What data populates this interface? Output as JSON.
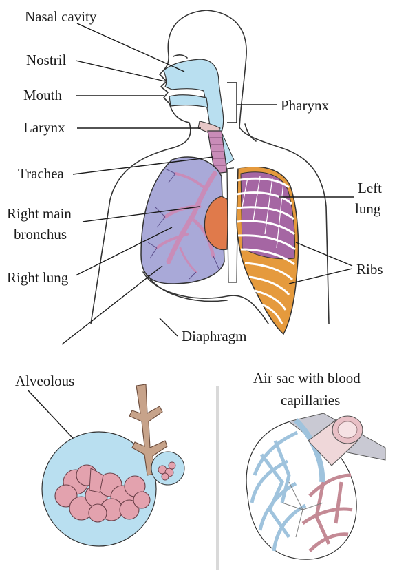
{
  "labels": {
    "nasal_cavity": "Nasal cavity",
    "nostril": "Nostril",
    "mouth": "Mouth",
    "larynx": "Larynx",
    "trachea": "Trachea",
    "right_main_bronchus_1": "Right main",
    "right_main_bronchus_2": "bronchus",
    "right_lung": "Right lung",
    "pharynx": "Pharynx",
    "left_lung_1": "Left",
    "left_lung_2": "lung",
    "ribs": "Ribs",
    "diaphragm": "Diaphragm",
    "alveolous": "Alveolous",
    "air_sac_1": "Air sac with blood",
    "air_sac_2": "capillaries"
  },
  "colors": {
    "airway_blue": "#b9dff0",
    "lung_lavender": "#a9a9d8",
    "bronchi_pink": "#c98cb8",
    "muscle_purple": "#a566a3",
    "rib_orange": "#e59a3d",
    "heart_orange": "#e07a4b",
    "alveoli_pink": "#e3a2ae",
    "bronchiole_tan": "#c7a38a",
    "capillary_blue": "#9fc3dd",
    "capillary_red": "#c48a95",
    "divider_gray": "#d9d9d9"
  }
}
